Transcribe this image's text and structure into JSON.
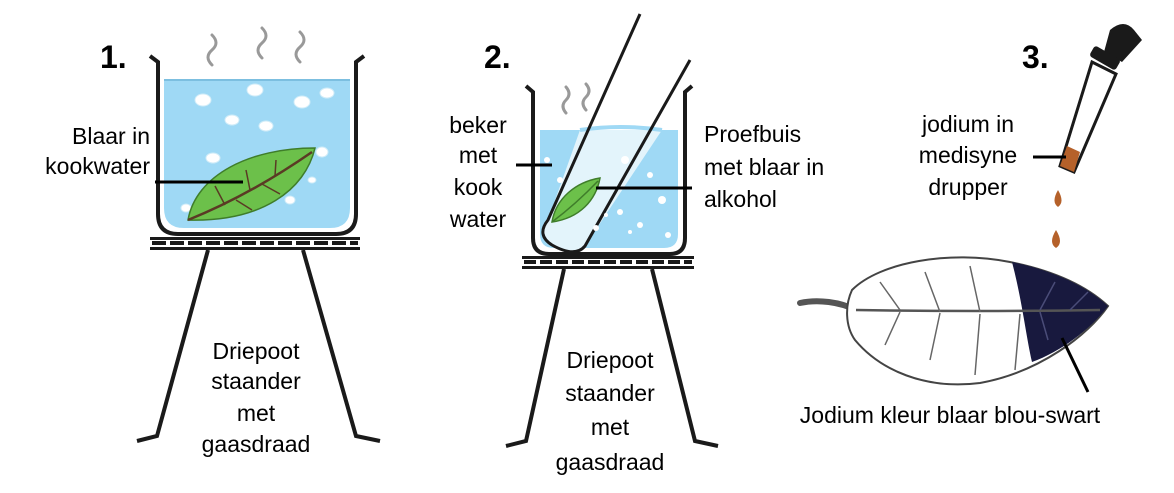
{
  "colors": {
    "water": "#9fd9f5",
    "alcohol": "#e3f4fb",
    "leaf": "#6cc04a",
    "leaf_vein": "#5a3a24",
    "iodine": "#b5612a",
    "stained_leaf": "#18193e",
    "outline": "#1a1a1a"
  },
  "step1": {
    "number": "1.",
    "leaf_label": [
      "Blaar in",
      "kookwater"
    ],
    "stand_label": [
      "Driepoot",
      "staander",
      "met",
      "gaasdraad"
    ]
  },
  "step2": {
    "number": "2.",
    "beaker_label": [
      "beker",
      "met",
      "kook",
      "water"
    ],
    "tube_label": [
      "Proefbuis",
      "met blaar in",
      "alkohol"
    ],
    "stand_label": [
      "Driepoot",
      "staander",
      "met",
      "gaasdraad"
    ]
  },
  "step3": {
    "number": "3.",
    "dropper_label": [
      "jodium in",
      "medisyne",
      "drupper"
    ],
    "result_label": "Jodium kleur blaar blou-swart"
  }
}
